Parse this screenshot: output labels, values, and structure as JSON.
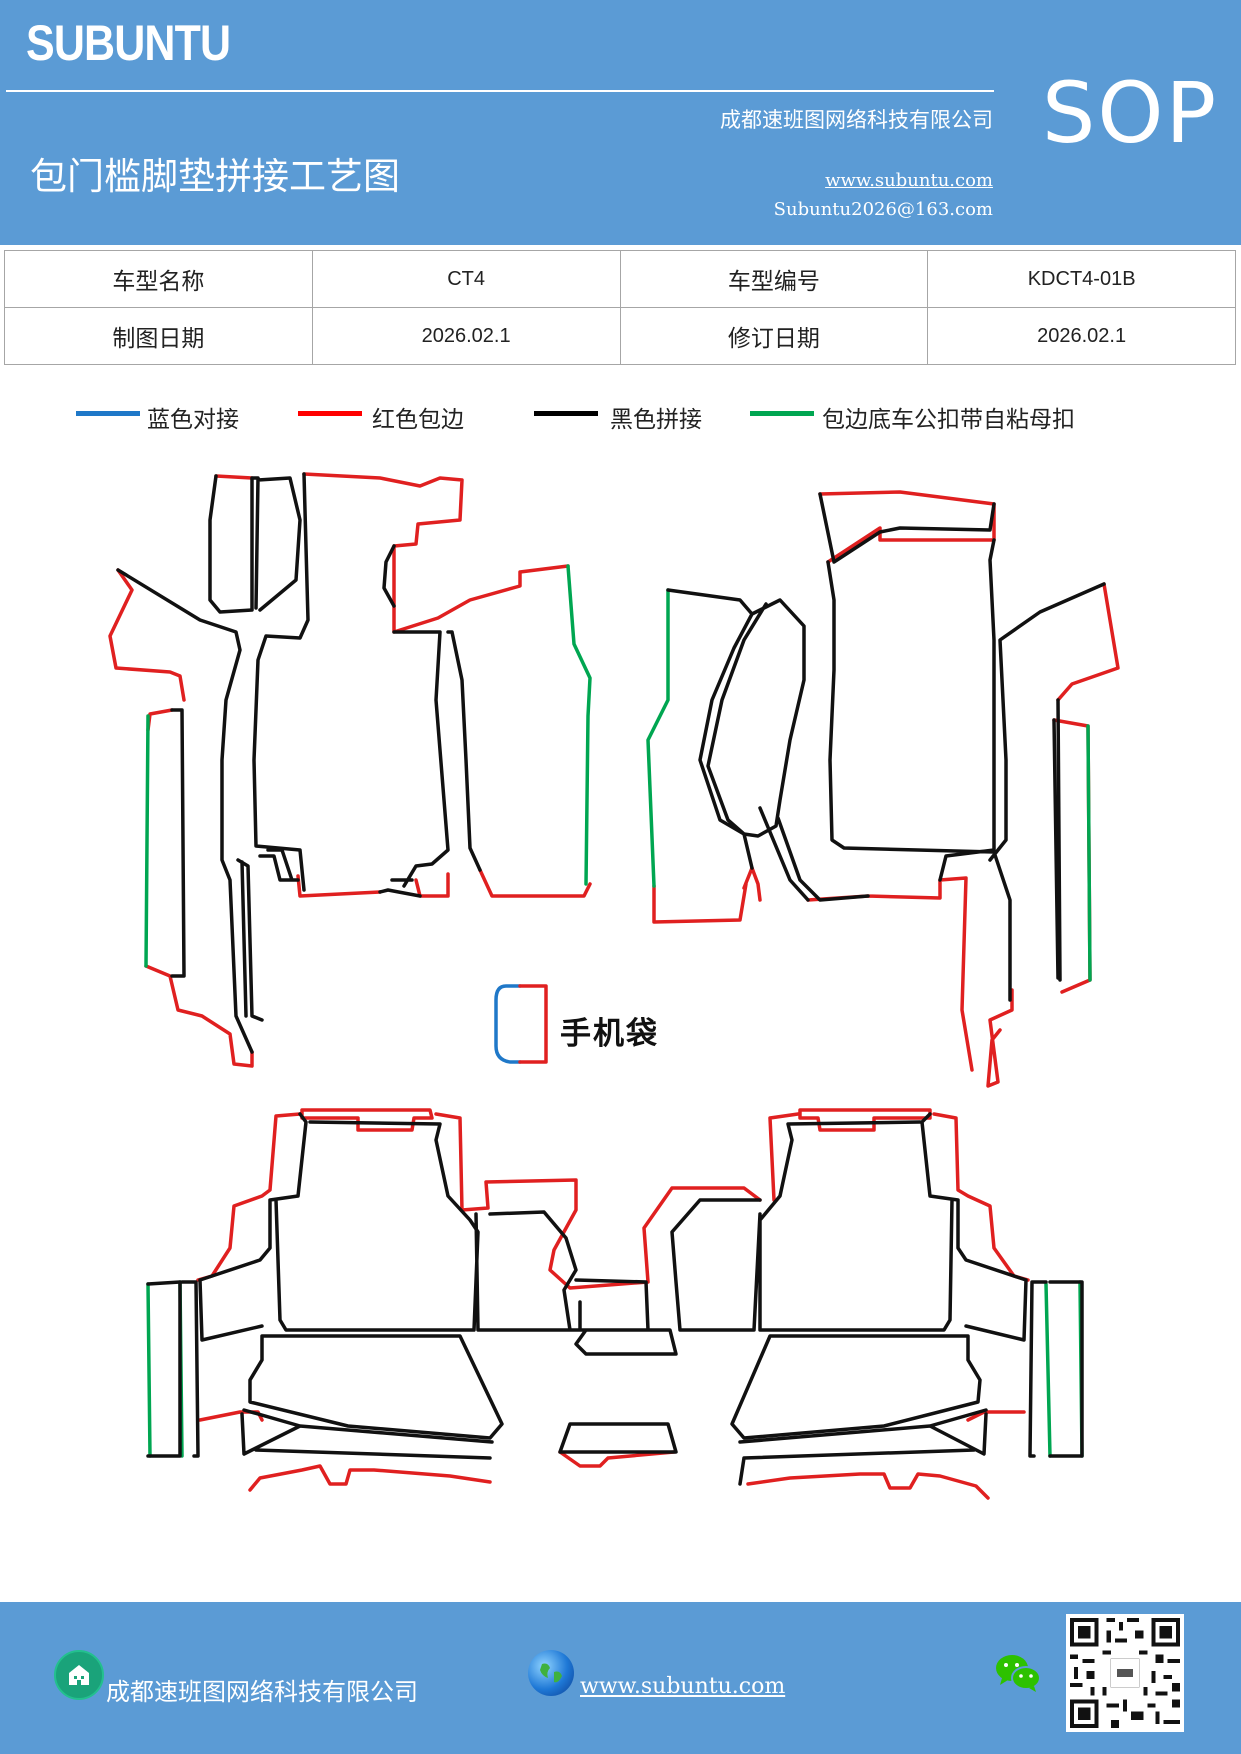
{
  "header": {
    "brand": "SUBUNTU",
    "badge": "SOP",
    "company": "成都速班图网络科技有限公司",
    "title": "包门槛脚垫拼接工艺图",
    "website": "www.subuntu.com",
    "email": "Subuntu2026@163.com",
    "background_color": "#5b9bd5"
  },
  "info_table": {
    "rows": [
      [
        "车型名称",
        "CT4",
        "车型编号",
        "KDCT4-01B"
      ],
      [
        "制图日期",
        "2026.02.1",
        "修订日期",
        "2026.02.1"
      ]
    ]
  },
  "legend": [
    {
      "label": "蓝色对接",
      "color": "#1f78c8"
    },
    {
      "label": "红色包边",
      "color": "#ff0000"
    },
    {
      "label": "黑色拼接",
      "color": "#000000"
    },
    {
      "label": "包边底车公扣带自粘母扣",
      "color": "#00a651"
    }
  ],
  "diagram": {
    "phone_pocket_label": "手机袋"
  },
  "footer": {
    "company": "成都速班图网络科技有限公司",
    "website": "www.subuntu.com ",
    "icons": [
      "company-icon",
      "globe-icon",
      "wechat-icon",
      "qr-code"
    ]
  }
}
